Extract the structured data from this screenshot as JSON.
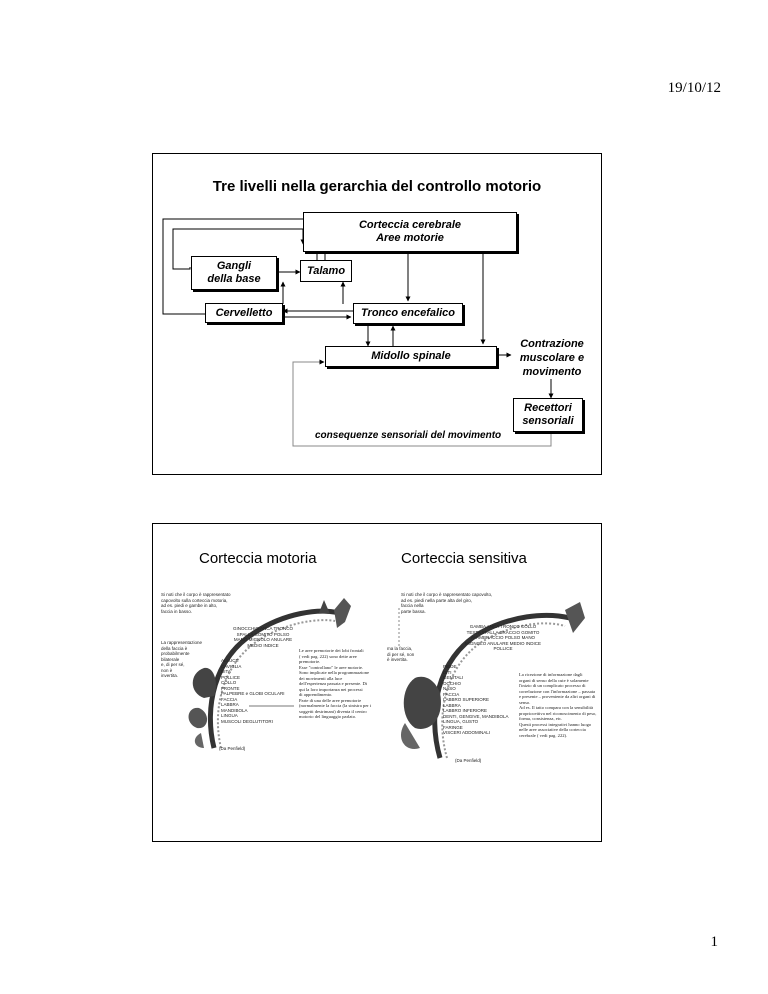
{
  "header": {
    "date": "19/10/12"
  },
  "footer": {
    "page_number": "1"
  },
  "slide1": {
    "title": "Tre livelli nella gerarchia del controllo motorio",
    "boxes": {
      "cortex": [
        "Corteccia cerebrale",
        "Aree motorie"
      ],
      "basal_ganglia": [
        "Gangli",
        "della base"
      ],
      "thalamus": "Talamo",
      "cerebellum": "Cervelletto",
      "brainstem": "Tronco encefalico",
      "spinal_cord": "Midollo spinale",
      "receptors": [
        "Recettori",
        "sensoriali"
      ]
    },
    "output_label": [
      "Contrazione",
      "muscolare e",
      "movimento"
    ],
    "feedback_label": "consequenze sensoriali del movimento"
  },
  "slide2": {
    "left_title": "Corteccia motoria",
    "right_title": "Corteccia sensitiva",
    "motor_figure": {
      "top_note": [
        "Si noti che il corpo è rappresentato",
        "capovolto sulla corteccia motoria,",
        "ad es. piedi e gambe in alto,",
        "faccia in basso."
      ],
      "side_note": [
        "La rappresentazione",
        "della faccia è",
        "probabilmente",
        "bilaterale",
        "e, di per sé,",
        "non è",
        "invertita."
      ],
      "body_labels": [
        "ALLUCE",
        "CAVIGLIA",
        "DITA",
        "POLLICE",
        "COLLO",
        "FRONTE",
        "PALPEBRE e GLOBI OCULARI",
        "FACCIA",
        "LABBRA",
        "MANDIBOLA",
        "LINGUA",
        "MUSCOLI DEGLUTITORI"
      ],
      "arc_labels": [
        "GINOCCHIO",
        "ANCA",
        "TRONCO",
        "SPALLA",
        "GOMITO",
        "POLSO",
        "MANO",
        "MIGNOLO",
        "ANULARE",
        "MEDIO",
        "INDICE"
      ],
      "paragraph": [
        "Le aree premotorie dei lobi frontali",
        "( vedi pag. 222) sono dette aree",
        "premotorie.",
        "Esse \"controllano\" le aree motorie.",
        "Sono implicate nella programmazione",
        "dei movimenti alla luce",
        "dell'esperienza passata e presente. Di",
        "qui la loro importanza nei processi",
        "di apprendimento.",
        "Parte di una delle aree premotorie",
        "(normalmente la faccia (la sinistra per i",
        "soggetti destrimani) diventa il centro",
        "motorio del linguaggio parlato."
      ],
      "credit": "(Da Penfield)"
    },
    "sensory_figure": {
      "top_note": [
        "Si noti che il corpo è rappresentato capovolto,",
        "ad es. piedi nella parte alta del giro,",
        "faccia nella",
        "parte bassa."
      ],
      "side_note": [
        "ma la faccia,",
        "di per sé, non",
        "è invertita."
      ],
      "body_labels": [
        "PIEDE",
        "DITI",
        "GENITALI",
        "OCCHIO",
        "NASO",
        "FACCIA",
        "LABBRO SUPERIORE",
        "LABBRA",
        "LABBRO INFERIORE",
        "DENTI, GENGIVE, MANDIBOLA",
        "LINGUA, GUSTO",
        "FARINGE",
        "VISCERI ADDOMINALI"
      ],
      "arc_labels": [
        "GAMBA",
        "ANCA",
        "TRONCO",
        "COLLO",
        "TESTA",
        "SPALLA",
        "BRACCIO",
        "GOMITO",
        "AVAMBRACCIO",
        "POLSO",
        "MANO",
        "MIGNOLO",
        "ANULARE",
        "MEDIO",
        "INDICE",
        "POLLICE"
      ],
      "paragraph": [
        "La ricezione di informazione dagli",
        "organi di senso della cute è solamente",
        "l'inizio di un complicato processo di",
        "correlazione con l'informazione – passata",
        "e presente – proveniente da altri organi di",
        "senso.",
        "Ad es. Il tatto compara con la sensibilità",
        "propriocettiva nel riconoscimento di peso,",
        "forma, consistenza, etc.",
        "Questi processi integrativi hanno luogo",
        "nelle aree associative della corteccia",
        "cerebrale ( vedi pag. 222)."
      ],
      "credit": "(Da Penfield)"
    }
  }
}
